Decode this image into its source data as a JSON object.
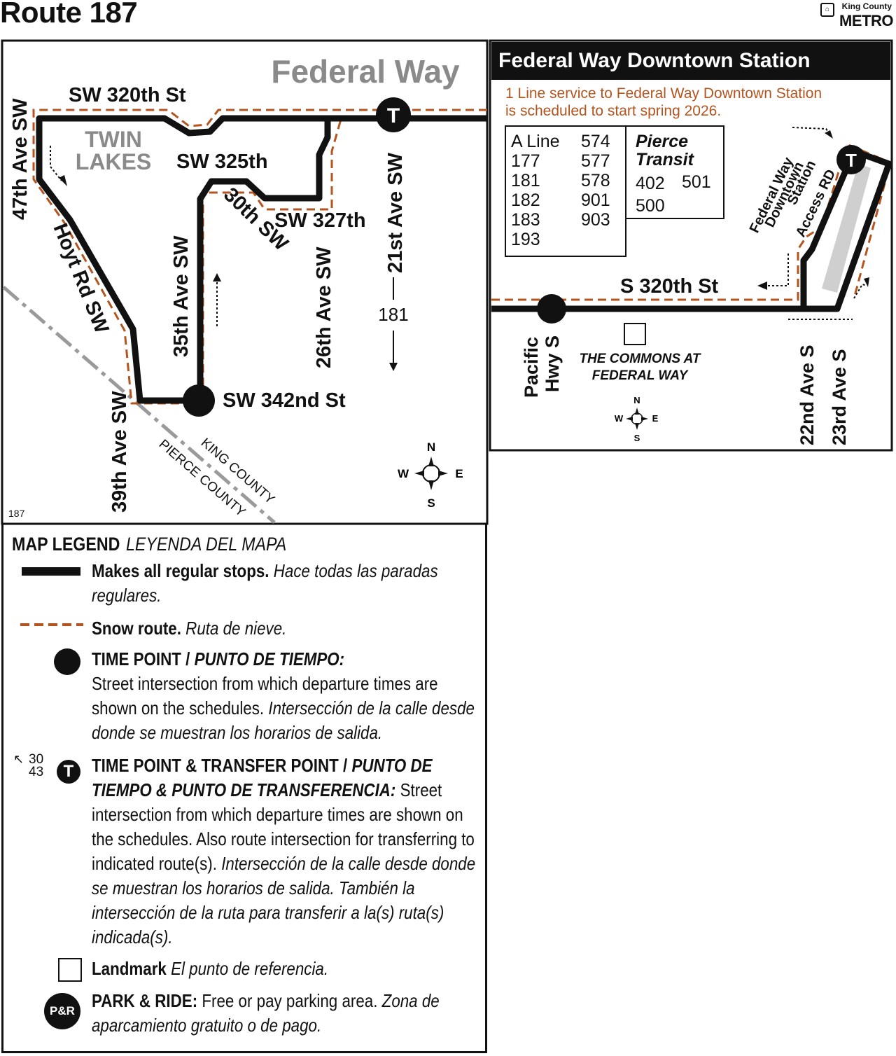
{
  "header": {
    "title": "Route 187",
    "logo_top": "King County",
    "logo_bottom": "METRO"
  },
  "colors": {
    "route_line": "#111111",
    "snow_route": "#b4541e",
    "city_label": "#8a8a8a",
    "service_note": "#b4541e",
    "county_line": "#9a9a9a",
    "station_platform": "#cfcfcf"
  },
  "main_map": {
    "city": "Federal Way",
    "neighborhood": [
      "TWIN",
      "LAKES"
    ],
    "streets": {
      "sw320": "SW 320th St",
      "sw325": "SW 325th",
      "sw327": "SW 327th",
      "ave30": "30th SW",
      "ave47": "47th Ave SW",
      "hoyt": "Hoyt Rd SW",
      "ave35": "35th Ave SW",
      "ave26": "26th Ave SW",
      "ave21": "21st Ave SW",
      "ave39": "39th Ave SW",
      "sw342": "SW 342nd St"
    },
    "route_181": "181",
    "counties": {
      "north": "KING COUNTY",
      "south": "PIERCE COUNTY"
    },
    "transfer_symbol": "T",
    "map_id": "187",
    "compass": {
      "n": "N",
      "s": "S",
      "e": "E",
      "w": "W"
    }
  },
  "inset": {
    "title": "Federal Way  Downtown Station",
    "note_line1": "1 Line service to Federal Way Downtown Station",
    "note_line2": "is scheduled to start spring 2026.",
    "metro_routes_col1": [
      "A Line",
      "177",
      "181",
      "182",
      "183",
      "193"
    ],
    "metro_routes_col2": [
      "574",
      "577",
      "578",
      "901",
      "903"
    ],
    "pierce_title": [
      "Pierce",
      "Transit"
    ],
    "pierce_routes": [
      "402",
      "501",
      "500"
    ],
    "access_road": [
      "Federal Way",
      "Downtown",
      "Station",
      "Access RD"
    ],
    "s320": "S 320th St",
    "pacific_hwy": [
      "Pacific",
      "Hwy S"
    ],
    "landmark": [
      "THE COMMONS AT",
      "FEDERAL WAY"
    ],
    "ave22": "22nd Ave S",
    "ave23": "23rd Ave S",
    "transfer_symbol": "T",
    "compass": {
      "n": "N",
      "s": "S",
      "e": "E",
      "w": "W"
    }
  },
  "legend": {
    "title": "MAP LEGEND",
    "title_es": "LEYENDA DEL MAPA",
    "regular_en": "Makes all regular stops.",
    "regular_es": "Hace todas las paradas regulares.",
    "snow_en": "Snow route.",
    "snow_es": "Ruta de nieve.",
    "timepoint_title": "TIME POINT /",
    "timepoint_title_es": "PUNTO DE TIEMPO:",
    "timepoint_en": "Street intersection from which departure times are shown on the schedules.",
    "timepoint_es": "Intersección de la calle desde donde se muestran los horarios de salida.",
    "transfer_title": "TIME POINT & TRANSFER POINT /",
    "transfer_title_es": "PUNTO DE TIEMPO & PUNTO DE TRANSFERENCIA:",
    "transfer_en": "Street intersection from which departure times are shown on the schedules. Also route intersection for transferring to indicated route(s).",
    "transfer_es": "Intersección de la calle desde donde se muestran los horarios de salida. También la intersección de la ruta para transferir a la(s) ruta(s) indicada(s).",
    "transfer_sample_routes": [
      "30",
      "43"
    ],
    "transfer_symbol": "T",
    "landmark_en": "Landmark",
    "landmark_es": "El punto de referencia.",
    "pnr_title": "PARK & RIDE:",
    "pnr_en": "Free or pay parking area.",
    "pnr_es": "Zona de aparcamiento gratuito o de pago.",
    "pnr_symbol": "P&R"
  }
}
